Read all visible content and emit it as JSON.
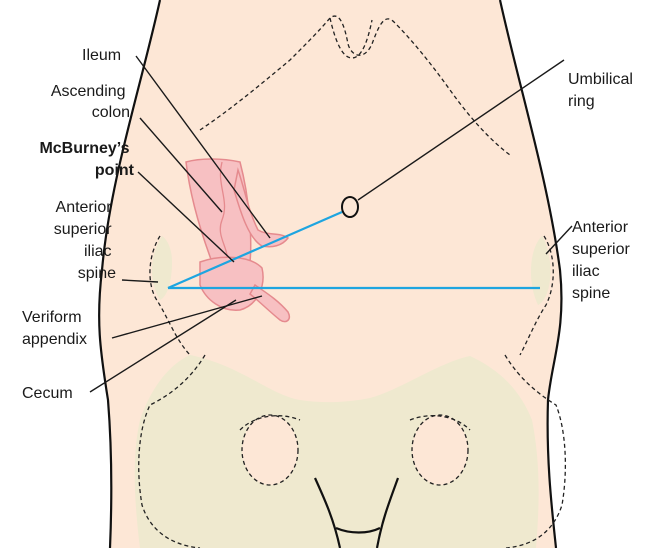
{
  "colors": {
    "skin": "#fde7d6",
    "bone": "#efe9cf",
    "bowel": "#f7c0c2",
    "bowel_outline": "#e58a8e",
    "line_blue": "#1ea5e0",
    "ink": "#1a1a1a"
  },
  "labels": {
    "ileum": "Ileum",
    "ascending_colon": [
      "Ascending",
      "colon"
    ],
    "mcburney": [
      "McBurney’s",
      "point"
    ],
    "asis_left": [
      "Anterior",
      "superior",
      "iliac",
      "spine"
    ],
    "appendix": [
      "Veriform",
      "appendix"
    ],
    "cecum": "Cecum",
    "umbilical": [
      "Umbilical",
      "ring"
    ],
    "asis_right": [
      "Anterior",
      "superior",
      "iliac",
      "spine"
    ]
  }
}
